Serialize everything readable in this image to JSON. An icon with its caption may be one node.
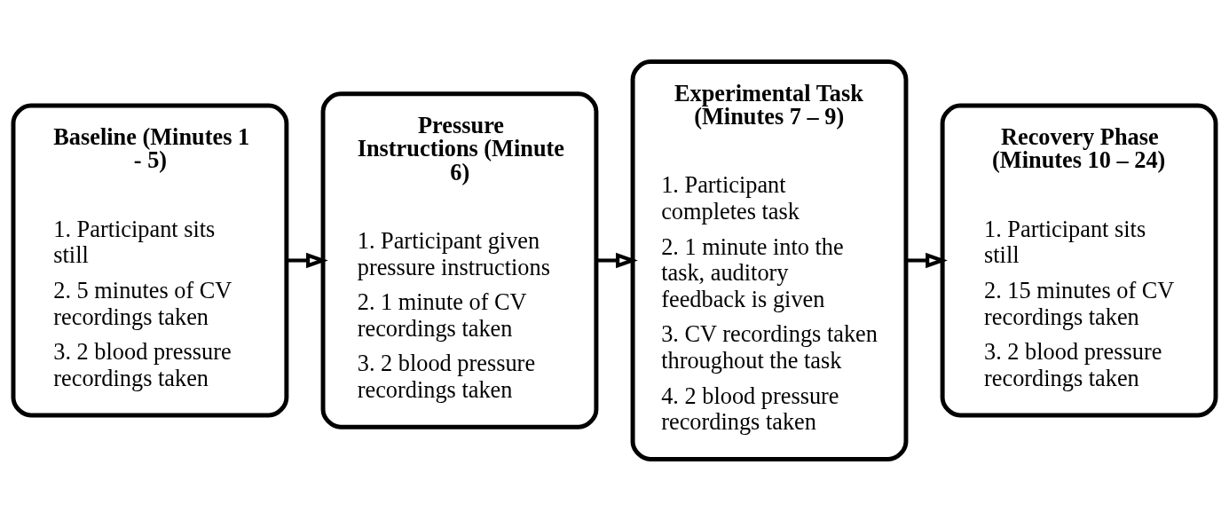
{
  "diagram": {
    "nodes": [
      {
        "text": [
          "Baseline (Minutes 1 - 5)",
          "1. Participant sits still",
          "2. 5 minutes of CV recordings taken",
          "3. 2 blood pressure recordings taken"
        ]
      },
      {
        "text": [
          "Pressure Instructions (Minute 6)",
          "1. Participant given pressure instructions",
          "2. 1 minute of CV recordings taken",
          "3. 2 blood pressure recordings taken"
        ]
      },
      {
        "text": [
          "Experimental Task (Minutes 7 – 9)",
          "1. Participant completes task",
          "2. 1 minute into the task, auditory feedback is given",
          "3. CV recordings taken throughout the task",
          "4. 2 blood pressure recordings taken"
        ]
      },
      {
        "text": [
          "Recovery Phase (Minutes 10 – 24)",
          "1. Participant sits still",
          "2. 15 minutes of CV recordings taken",
          "3. 2 blood pressure recordings taken"
        ]
      }
    ],
    "edges": [
      {
        "from": 0,
        "to": 1,
        "arrow": "to"
      },
      {
        "from": 1,
        "to": 2,
        "arrow": "to"
      },
      {
        "from": 2,
        "to": 3,
        "arrow": "to"
      }
    ]
  }
}
